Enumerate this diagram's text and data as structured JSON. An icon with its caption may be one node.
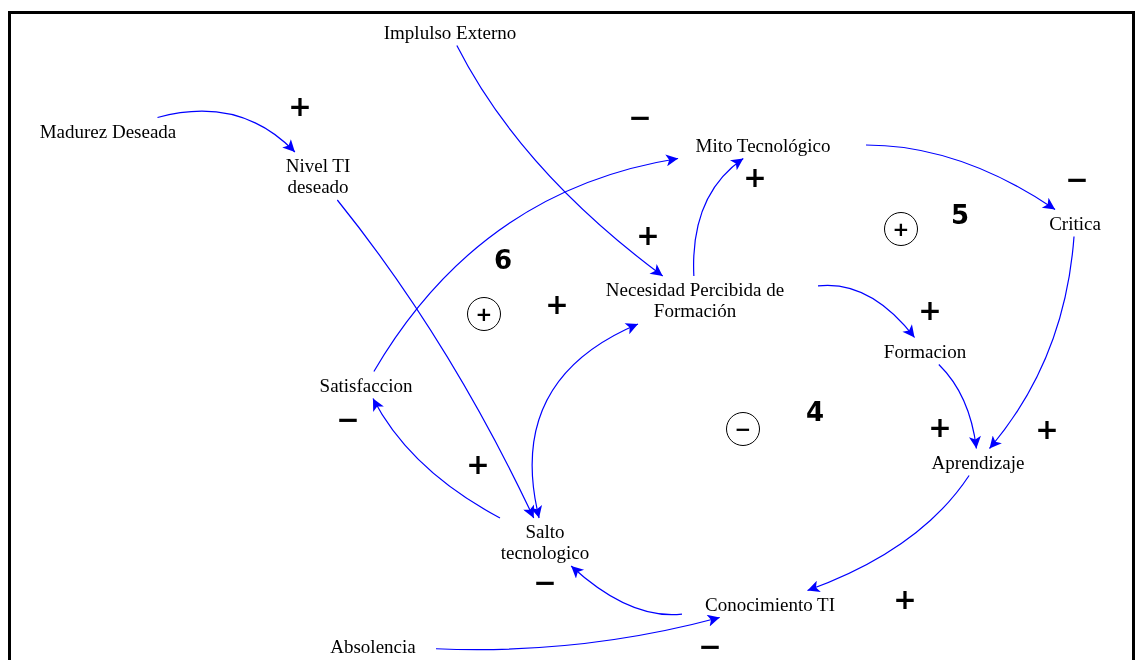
{
  "diagram": {
    "nodes": [
      {
        "text": [
          "Madurez Deseada"
        ]
      },
      {
        "text": [
          "Implulso Externo"
        ]
      },
      {
        "text": [
          "Nivel TI deseado"
        ]
      },
      {
        "text": [
          "Mito Tecnológico"
        ]
      },
      {
        "text": [
          "Critica"
        ]
      },
      {
        "text": [
          "Necesidad Percibida de Formación"
        ]
      },
      {
        "text": [
          "Formacion"
        ]
      },
      {
        "text": [
          "Satisfaccion"
        ]
      },
      {
        "text": [
          "Aprendizaje"
        ]
      },
      {
        "text": [
          "Salto tecnologico"
        ]
      },
      {
        "text": [
          "Conocimiento TI"
        ]
      },
      {
        "text": [
          "Absolencia"
        ]
      },
      {
        "text": [
          "+"
        ],
        "beside": [
          "6"
        ]
      },
      {
        "text": [
          "+"
        ],
        "beside": [
          "5"
        ]
      },
      {
        "text": [
          "−"
        ],
        "beside": [
          "4"
        ]
      }
    ],
    "edges": [
      {
        "from": 0,
        "to": 2,
        "arrow": "to",
        "label": "+"
      },
      {
        "from": 1,
        "to": 5,
        "arrow": "to",
        "label": "+"
      },
      {
        "from": 2,
        "to": 9,
        "arrow": "to",
        "label": "+"
      },
      {
        "from": 7,
        "to": 3,
        "arrow": "to",
        "label": "−"
      },
      {
        "from": 5,
        "to": 3,
        "arrow": "to",
        "label": "+"
      },
      {
        "from": 3,
        "to": 4,
        "arrow": "to",
        "label": "−"
      },
      {
        "from": 5,
        "to": 6,
        "arrow": "to",
        "label": "+"
      },
      {
        "from": 4,
        "to": 8,
        "arrow": "to",
        "label": "+"
      },
      {
        "from": 6,
        "to": 8,
        "arrow": "to",
        "label": "+"
      },
      {
        "from": 8,
        "to": 10,
        "arrow": "to",
        "label": "+"
      },
      {
        "from": 10,
        "to": 9,
        "arrow": "to",
        "label": "−"
      },
      {
        "from": 11,
        "to": 10,
        "arrow": "to",
        "label": "−"
      },
      {
        "from": 9,
        "to": 7,
        "arrow": "to",
        "label": "−"
      },
      {
        "from": 9,
        "to": 5,
        "arrow": "both",
        "label": "+"
      }
    ]
  }
}
